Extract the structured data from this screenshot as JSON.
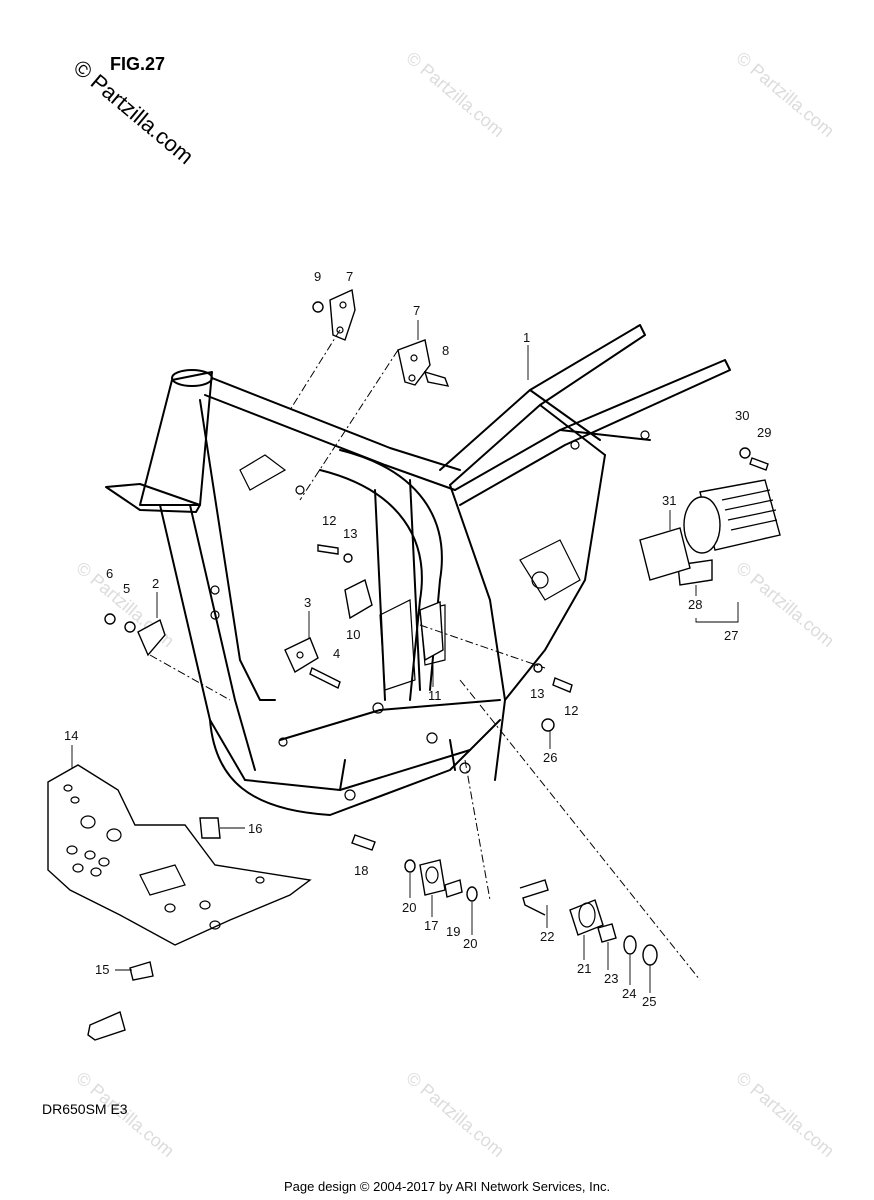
{
  "figure": {
    "title": "FIG.27",
    "model_code": "DR650SM  E3"
  },
  "watermark": {
    "text": "© Partzilla.com",
    "tiled_text": "© Partzilla.com"
  },
  "footer": {
    "text": "Page design © 2004-2017 by ARI Network Services, Inc."
  },
  "callouts": [
    "1",
    "2",
    "3",
    "4",
    "5",
    "6",
    "7",
    "7",
    "8",
    "9",
    "10",
    "11",
    "12",
    "12",
    "13",
    "13",
    "14",
    "15",
    "16",
    "17",
    "18",
    "19",
    "20",
    "20",
    "21",
    "22",
    "23",
    "24",
    "25",
    "26",
    "27",
    "28",
    "29",
    "30",
    "31"
  ]
}
